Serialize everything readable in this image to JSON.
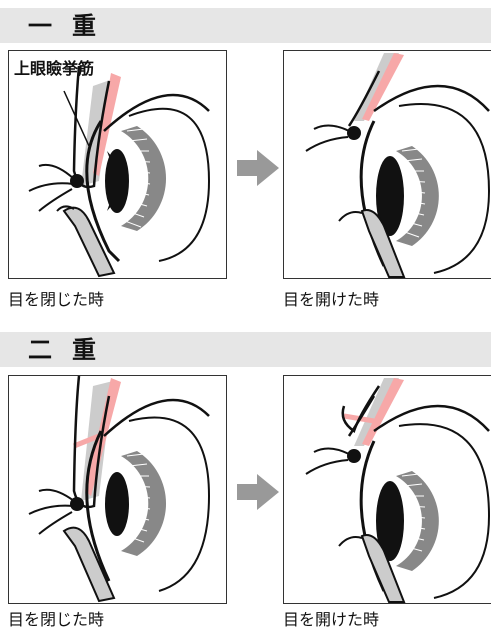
{
  "sections": [
    {
      "title": "一重",
      "panels": [
        {
          "caption": "目を閉じた時",
          "label": "上眼瞼挙筋"
        },
        {
          "caption": "目を開けた時"
        }
      ]
    },
    {
      "title": "二重",
      "panels": [
        {
          "caption": "目を閉じた時"
        },
        {
          "caption": "目を開けた時"
        }
      ]
    }
  ],
  "colors": {
    "muscle": "#f7a8a8",
    "tendon": "#cccccc",
    "bar": "#e6e6e6",
    "arrow": "#999999"
  }
}
